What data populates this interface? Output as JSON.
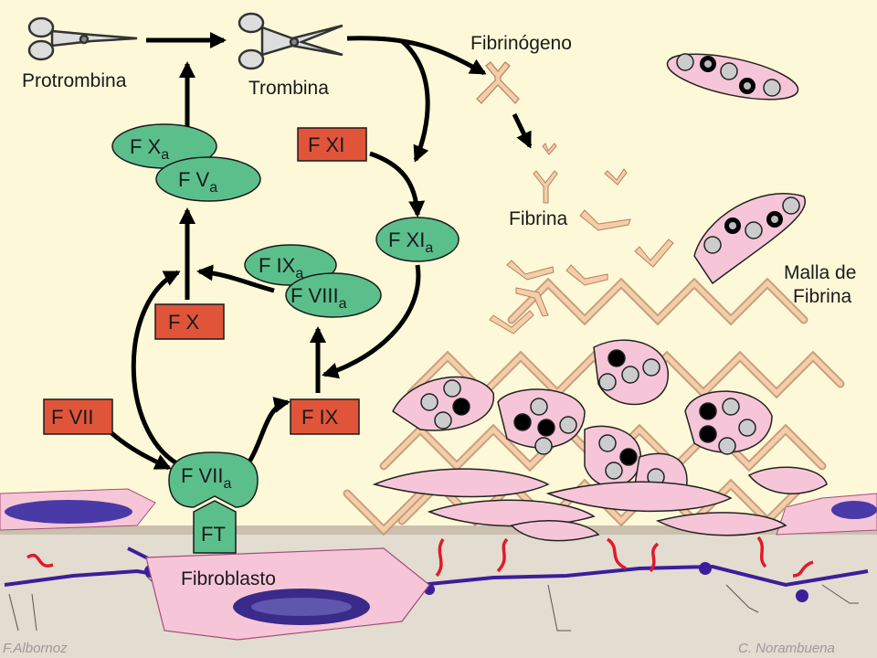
{
  "labels": {
    "protrombina": "Protrombina",
    "trombina": "Trombina",
    "fibrinogeno": "Fibrinógeno",
    "fibrina": "Fibrina",
    "malla_line1": "Malla de",
    "malla_line2": "Fibrina",
    "fibroblasto": "Fibroblasto"
  },
  "factors": {
    "fxa": {
      "main": "F X",
      "sub": "a"
    },
    "fva": {
      "main": "F V",
      "sub": "a"
    },
    "fxi": "F XI",
    "fxia": {
      "main": "F XI",
      "sub": "a"
    },
    "fixa": {
      "main": "F IX",
      "sub": "a"
    },
    "fviiia": {
      "main": "F VIII",
      "sub": "a"
    },
    "fx": "F X",
    "fvii": "F VII",
    "fix": "F IX",
    "fviia": {
      "main": "F VII",
      "sub": "a"
    },
    "ft": "FT"
  },
  "credits": {
    "left": "F.Albornoz",
    "right": "C. Norambuena"
  },
  "colors": {
    "background": "#fdf9d8",
    "active_factor": "#5bbf8c",
    "inactive_factor": "#e0553a",
    "fibrin": "#f4cda9",
    "cell": "#f6c6d8",
    "nucleus": "#3a2a8a",
    "arrow": "#000000"
  }
}
